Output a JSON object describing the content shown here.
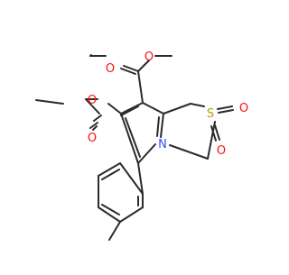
{
  "molecule": {
    "atom_labels": {
      "o_top_carbonyl": "O",
      "o_top_ester": "O",
      "o_left_carbonyl": "O",
      "o_left_ester": "O",
      "sulfur": "S",
      "o_sulfonyl_right": "O",
      "o_sulfonyl_bottom": "O",
      "nitrogen": "N"
    },
    "colors": {
      "oxygen": "#ff0d0d",
      "sulfur": "#b3a000",
      "nitrogen": "#2f4fff",
      "bond": "#2b2b2b"
    }
  }
}
